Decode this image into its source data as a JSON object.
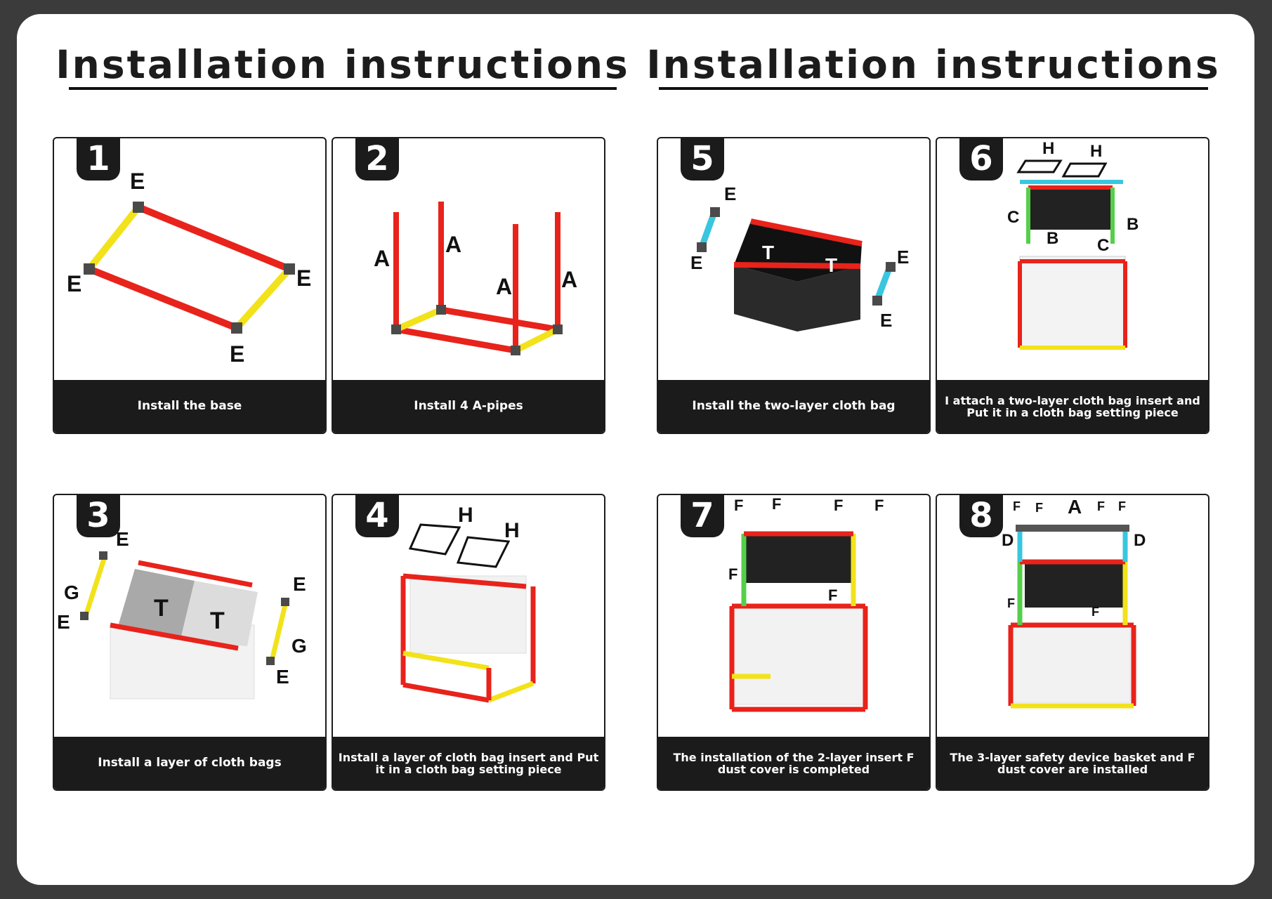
{
  "headings": {
    "left": "Installation instructions",
    "right": "Installation instructions"
  },
  "steps": [
    {
      "number": "1",
      "caption": "Install the base",
      "labels": [
        "E",
        "E",
        "E",
        "E"
      ]
    },
    {
      "number": "2",
      "caption": "Install 4 A-pipes",
      "labels": [
        "A",
        "A",
        "A",
        "A"
      ]
    },
    {
      "number": "5",
      "caption": "Install the two-layer cloth bag",
      "labels": [
        "E",
        "E",
        "E",
        "E",
        "T",
        "T"
      ]
    },
    {
      "number": "6",
      "caption": "I attach a two-layer cloth bag insert and Put it in a cloth bag setting piece",
      "labels": [
        "H",
        "H",
        "C",
        "B",
        "B",
        "C"
      ]
    },
    {
      "number": "3",
      "caption": "Install a layer of cloth bags",
      "labels": [
        "E",
        "G",
        "E",
        "E",
        "G",
        "E",
        "T",
        "T"
      ]
    },
    {
      "number": "4",
      "caption": "Install a layer of cloth bag insert and Put it in a cloth bag setting piece",
      "labels": [
        "H",
        "H"
      ]
    },
    {
      "number": "7",
      "caption": "The installation of the 2-layer insert F dust cover is completed",
      "labels": [
        "F",
        "F",
        "F",
        "F",
        "F",
        "F"
      ]
    },
    {
      "number": "8",
      "caption": "The 3-layer safety device basket and F dust cover are installed",
      "labels": [
        "F",
        "F",
        "A",
        "F",
        "F",
        "D",
        "D",
        "F",
        "F"
      ]
    }
  ],
  "colors": {
    "frame": "#3b3b3b",
    "caption_bar": "#1b1b1b",
    "pipe_red": "#e8231b",
    "pipe_yellow": "#f2e21a",
    "pipe_cyan": "#39c6df",
    "pipe_green": "#55cf4a",
    "connector": "#4a4a4a"
  }
}
